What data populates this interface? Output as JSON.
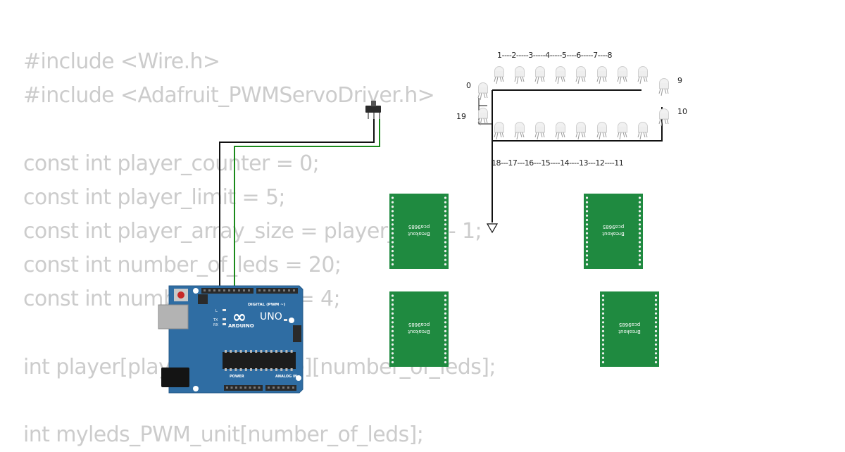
{
  "code_lines": [
    "#include <Wire.h>",
    "#include <Adafruit_PWMServoDriver.h>",
    "",
    "const int player_counter = 0;",
    "const int player_limit = 5;",
    "const int player_array_size = player_limit - 1;",
    "const int number_of_leds = 20;",
    "const int number_of_PCAS = 4;",
    "",
    "int player[player_array_size][number_of_leds];",
    "",
    "int myleds_PWM_unit[number_of_leds];"
  ],
  "led_labels": {
    "top_sequence": "1----2-----3-----4-----5----6-----7----8",
    "bottom_sequence": "18---17---16---15----14----13---12----11",
    "n0": "0",
    "n9": "9",
    "n10": "10",
    "n19": "19"
  },
  "arduino": {
    "logo": "∞",
    "brand": "ARDUINO",
    "model": "UNO",
    "digital_header": "DIGITAL (PWM ~)",
    "power_header": "POWER",
    "analog_header": "ANALOG IN",
    "on_label": "ON",
    "l_label": "L",
    "tx_label": "TX",
    "rx_label": "RX"
  },
  "pca_board": {
    "line1": "Breakout",
    "line2": "pca9685"
  },
  "colors": {
    "wire_gnd": "#111111",
    "wire_signal": "#1b8a1b",
    "arduino_blue": "#2f6da3",
    "pca_green": "#1f8a40",
    "code_text": "#cccccc"
  }
}
